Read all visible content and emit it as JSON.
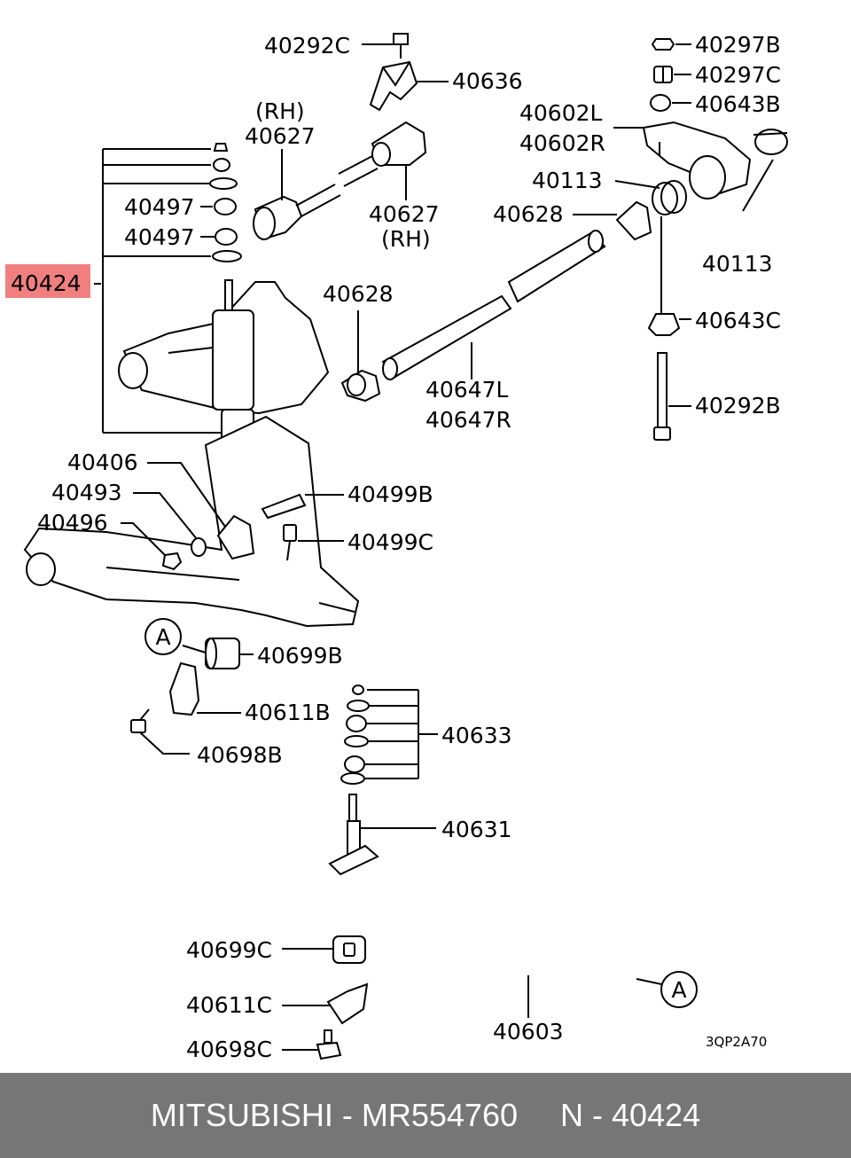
{
  "labels": {
    "p40292C": "40292C",
    "p40636": "40636",
    "p40297B": "40297B",
    "p40297C": "40297C",
    "p40643B": "40643B",
    "rh1": "(RH)",
    "p40627a": "40627",
    "p40602L": "40602L",
    "p40602R": "40602R",
    "p40113a": "40113",
    "p40497a": "40497",
    "p40627b": "40627",
    "rh2": "(RH)",
    "p40628a": "40628",
    "p40497b": "40497",
    "p40113b": "40113",
    "p40424": "40424",
    "p40628b": "40628",
    "p40643C": "40643C",
    "p40647L": "40647L",
    "p40292B": "40292B",
    "p40647R": "40647R",
    "p40406": "40406",
    "p40493": "40493",
    "p40499B": "40499B",
    "p40496": "40496",
    "p40499C": "40499C",
    "calloutA1": "A",
    "p40699B": "40699B",
    "p40611B": "40611B",
    "p40633": "40633",
    "p40698B": "40698B",
    "p40631": "40631",
    "p40699C": "40699C",
    "calloutA2": "A",
    "p40611C": "40611C",
    "p40603": "40603",
    "p40698C": "40698C",
    "diagramCode": "3QP2A70"
  },
  "highlight_color": "#f08080",
  "footer": {
    "brand_part": "MITSUBISHI - MR554760",
    "ref": "N - 40424"
  }
}
